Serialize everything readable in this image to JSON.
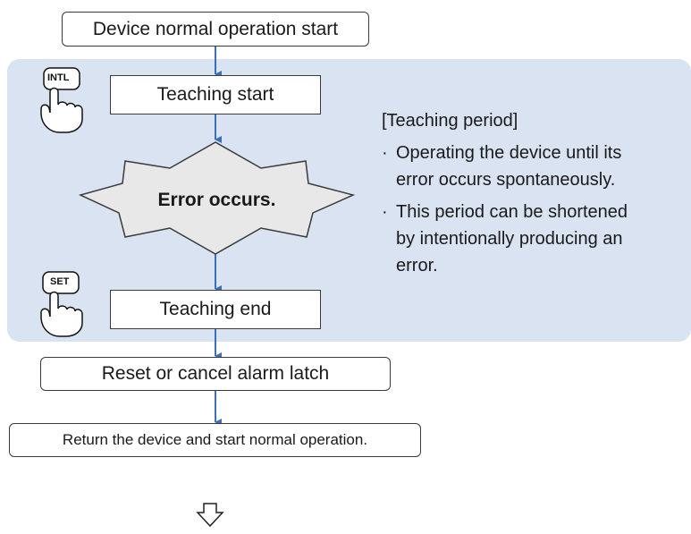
{
  "steps": {
    "start": "Device normal operation start",
    "teaching_start": "Teaching start",
    "error": "Error occurs.",
    "teaching_end": "Teaching end",
    "reset": "Reset or cancel alarm latch",
    "return": "Return the device and start normal operation."
  },
  "buttons": {
    "intl": "INTL",
    "set": "SET"
  },
  "note": {
    "title": "[Teaching period]",
    "bullet": "·",
    "items": [
      "Operating the device until its\nerror occurs spontaneously.",
      "This period can be shortened\nby intentionally producing an\nerror."
    ]
  },
  "colors": {
    "band": "#d9e3f1",
    "arrow": "#3d6fb6",
    "burst_fill": "#e8e8e8"
  },
  "icons": [
    "press-intl-hand-icon",
    "press-set-hand-icon",
    "down-arrow-outline-icon"
  ]
}
